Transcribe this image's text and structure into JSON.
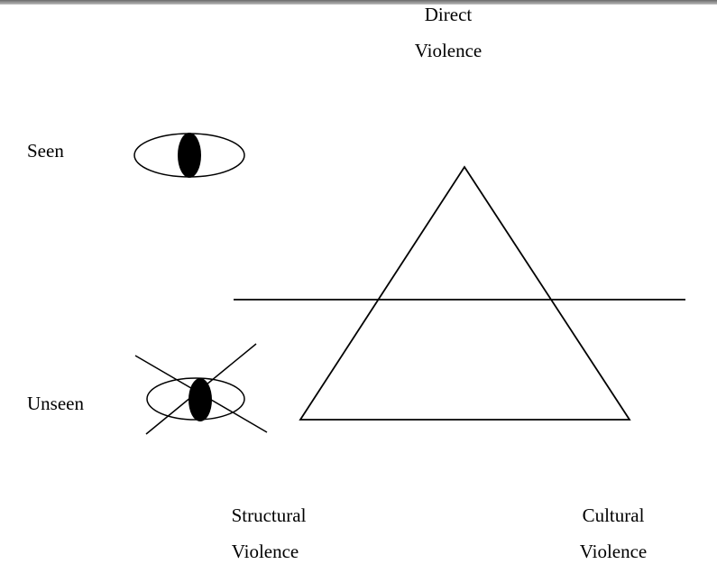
{
  "labels": {
    "direct_1": "Direct",
    "direct_2": "Violence",
    "seen": "Seen",
    "unseen": "Unseen",
    "structural_1": "Structural",
    "structural_2": "Violence",
    "cultural_1": "Cultural",
    "cultural_2": "Violence"
  },
  "icons": {
    "seen": "eye-icon",
    "unseen": "crossed-eye-icon"
  }
}
